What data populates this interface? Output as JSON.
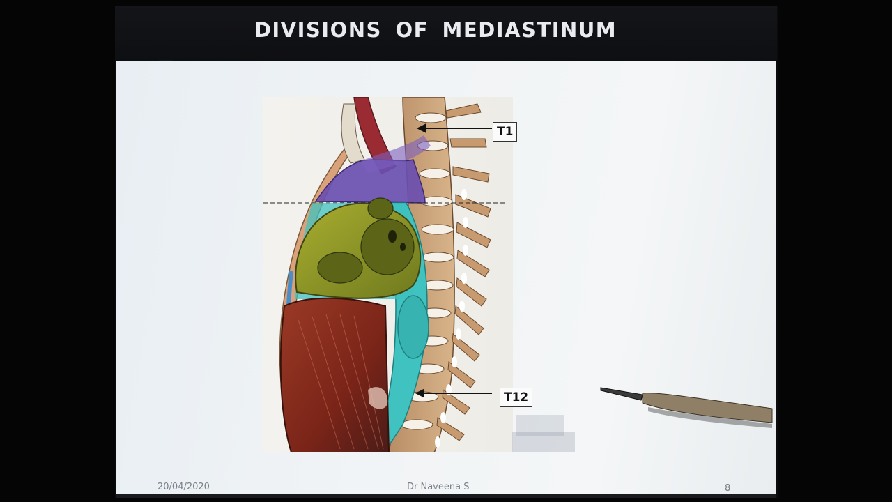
{
  "slide": {
    "title": "DIVISIONS OF MEDIASTINUM",
    "labels": {
      "upper_vertebra": "T1",
      "lower_vertebra": "T12"
    },
    "footer": {
      "date": "20/04/2020",
      "author": "Dr Naveena S",
      "page_number": "8"
    }
  },
  "colors": {
    "superior_mediastinum": "#6a4fb0",
    "middle_mediastinum_heart": "#8f9a25",
    "posterior_mediastinum": "#3fc2c0",
    "diaphragm_liver": "#8a2a1e",
    "vertebrae": "#c49a6c"
  }
}
